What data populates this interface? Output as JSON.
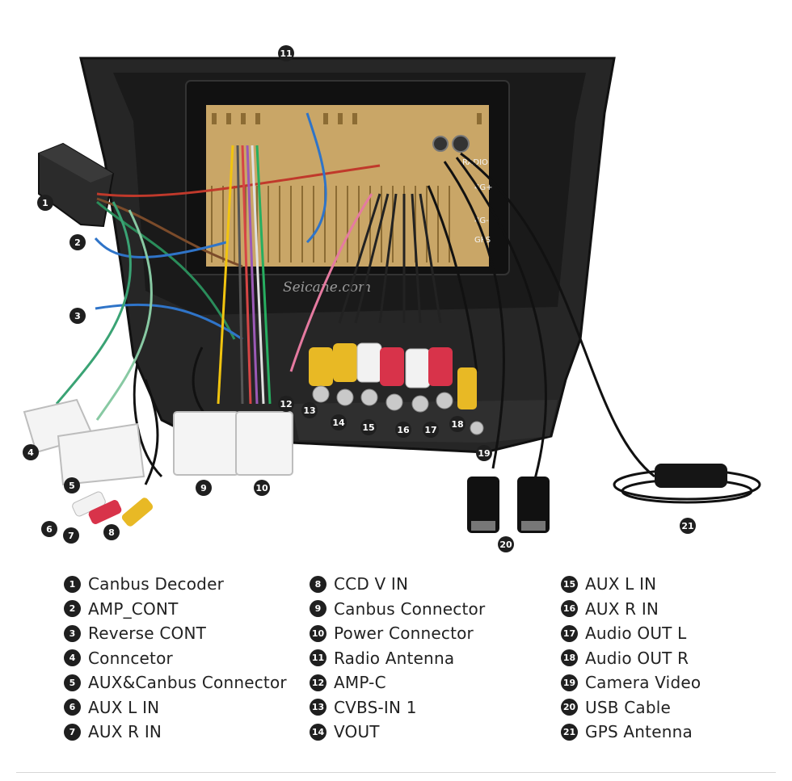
{
  "watermark": "Seicane.com",
  "unit_ports": [
    "RADIO",
    "4G+",
    "4G-",
    "GPS"
  ],
  "callouts": [
    {
      "num": "1"
    },
    {
      "num": "2"
    },
    {
      "num": "3"
    },
    {
      "num": "4"
    },
    {
      "num": "5"
    },
    {
      "num": "6"
    },
    {
      "num": "7"
    },
    {
      "num": "8"
    },
    {
      "num": "9"
    },
    {
      "num": "10"
    },
    {
      "num": "11"
    },
    {
      "num": "12"
    },
    {
      "num": "13"
    },
    {
      "num": "14"
    },
    {
      "num": "15"
    },
    {
      "num": "16"
    },
    {
      "num": "17"
    },
    {
      "num": "18"
    },
    {
      "num": "19"
    },
    {
      "num": "20"
    },
    {
      "num": "21"
    }
  ],
  "legend": [
    {
      "num": "1",
      "label": "Canbus Decoder"
    },
    {
      "num": "2",
      "label": "AMP_CONT"
    },
    {
      "num": "3",
      "label": "Reverse CONT"
    },
    {
      "num": "4",
      "label": "Conncetor"
    },
    {
      "num": "5",
      "label": "AUX&Canbus Connector"
    },
    {
      "num": "6",
      "label": "AUX L IN"
    },
    {
      "num": "7",
      "label": "AUX R IN"
    },
    {
      "num": "8",
      "label": "CCD V IN"
    },
    {
      "num": "9",
      "label": "Canbus Connector"
    },
    {
      "num": "10",
      "label": "Power Connector"
    },
    {
      "num": "11",
      "label": "Radio Antenna"
    },
    {
      "num": "12",
      "label": "AMP-C"
    },
    {
      "num": "13",
      "label": "CVBS-IN 1"
    },
    {
      "num": "14",
      "label": "VOUT"
    },
    {
      "num": "15",
      "label": "AUX L IN"
    },
    {
      "num": "16",
      "label": "AUX R IN"
    },
    {
      "num": "17",
      "label": "Audio OUT L"
    },
    {
      "num": "18",
      "label": "Audio OUT R"
    },
    {
      "num": "19",
      "label": "Camera Video"
    },
    {
      "num": "20",
      "label": "USB Cable"
    },
    {
      "num": "21",
      "label": "GPS Antenna"
    }
  ]
}
